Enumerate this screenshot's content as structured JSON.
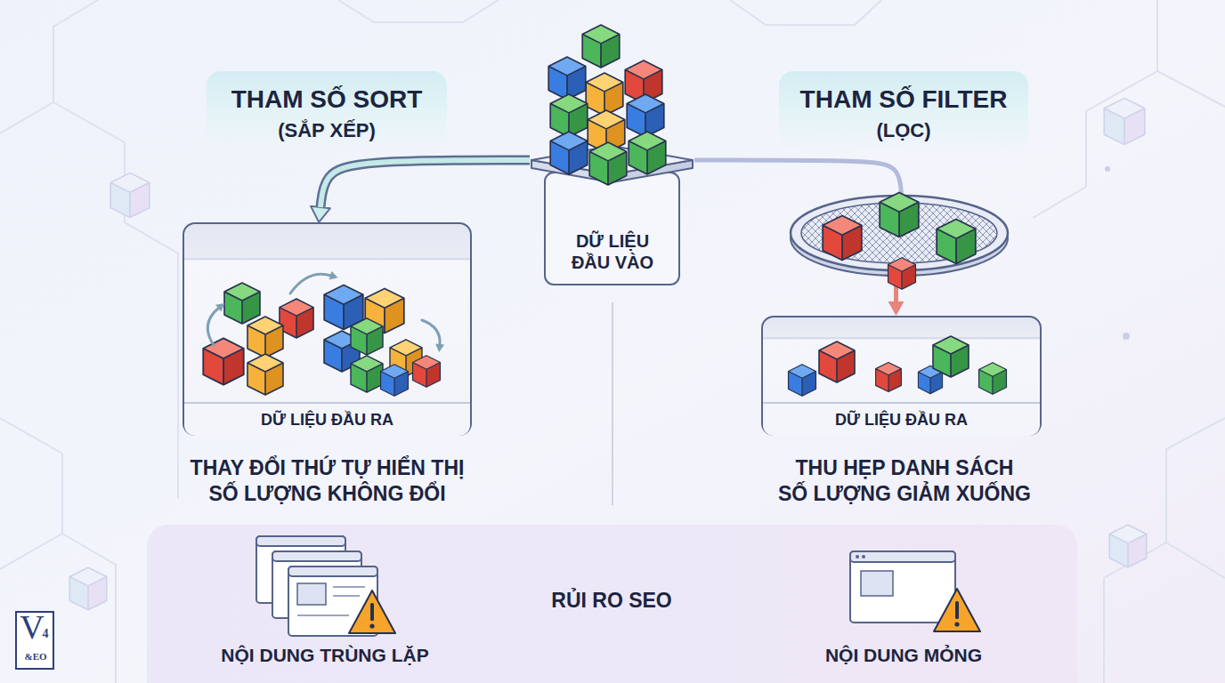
{
  "diagram": {
    "nodes": [
      {
        "text": [
          "THAM SỐ SORT",
          "(SẮP XẾP)"
        ]
      },
      {
        "text": [
          "DỮ LIỆU ĐẦU VÀO"
        ]
      },
      {
        "text": [
          "THAM SỐ FILTER",
          "(LỌC)"
        ]
      },
      {
        "text": [
          "DỮ LIỆU ĐẦU RA"
        ]
      },
      {
        "text": [
          "DỮ LIỆU ĐẦU RA"
        ]
      },
      {
        "text": [
          "RỦI RO SEO",
          "NỘI DUNG TRÙNG LẶP",
          "NỘI DUNG MỎNG"
        ]
      }
    ],
    "edges": [
      {
        "from": 1,
        "to": 3,
        "arrow": "to"
      },
      {
        "from": 1,
        "to": 4,
        "arrow": "to"
      }
    ],
    "labels": [
      "THAY ĐỔI THỨ TỰ HIỂN THỊ SỐ LƯỢNG KHÔNG ĐỔI",
      "THU HẸP DANH SÁCH SỐ LƯỢNG GIẢM XUỐNG",
      "V",
      "4",
      "&EO"
    ]
  }
}
